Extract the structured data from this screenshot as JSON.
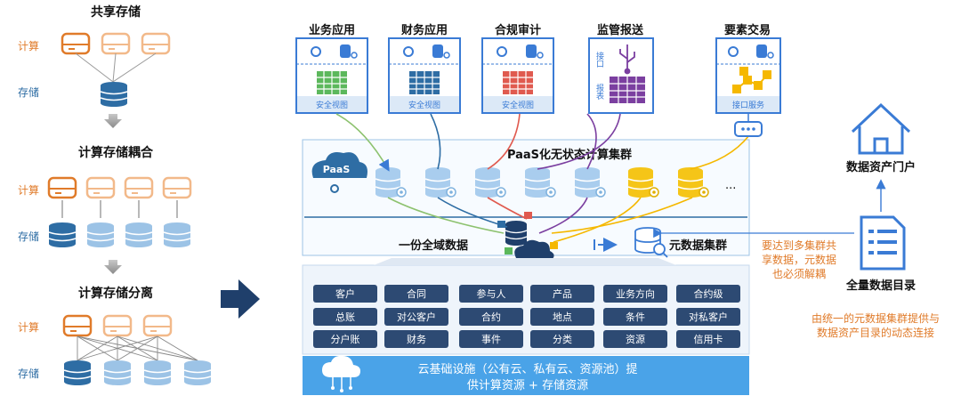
{
  "left": {
    "section1_title": "共享存储",
    "section2_title": "计算存储耦合",
    "section3_title": "计算存储分离",
    "compute_label": "计算",
    "storage_label": "存储"
  },
  "apps": [
    {
      "title": "业务应用",
      "caption": "安全视图",
      "grid_color": "#5cb85c"
    },
    {
      "title": "财务应用",
      "caption": "安全视图",
      "grid_color": "#2e6da4"
    },
    {
      "title": "合规审计",
      "caption": "安全视图",
      "grid_color": "#e05a4f"
    },
    {
      "title": "监管报送",
      "side_text_1": "接口",
      "side_text_2": "报表",
      "grid_color": "#7b3fa0"
    },
    {
      "title": "要素交易",
      "caption": "接口服务",
      "grid_color": "#f5b800"
    }
  ],
  "paas": {
    "cluster_title": "PaaS化无状态计算集群",
    "cloud_label": "PaaS",
    "ellipsis": "...",
    "global_data": "一份全域数据",
    "meta_cluster": "元数据集群"
  },
  "note_center": [
    "要达到多集群共",
    "享数据，元数据",
    "也必须解耦"
  ],
  "right": {
    "portal": "数据资产门户",
    "catalog": "全量数据目录",
    "note": [
      "由统一的元数据集群提供与",
      "数据资产目录的动态连接"
    ]
  },
  "entities": [
    [
      "客户",
      "合同",
      "参与人",
      "产品",
      "业务方向",
      "合约级"
    ],
    [
      "总账",
      "对公客户",
      "合约",
      "地点",
      "条件",
      "对私客户"
    ],
    [
      "分户账",
      "财务",
      "事件",
      "分类",
      "资源",
      "信用卡"
    ]
  ],
  "infra": [
    "云基础设施（公有云、私有云、资源池）提",
    "供计算资源 + 存储资源"
  ],
  "colors": {
    "orange": "#e07b2a",
    "orange_light": "#f2b98a",
    "blue": "#2e6da4",
    "blue_light": "#9cc3e6",
    "navy": "#1f3f6b",
    "infra": "#4aa3e8",
    "entity_bg": "#2d4a73"
  }
}
